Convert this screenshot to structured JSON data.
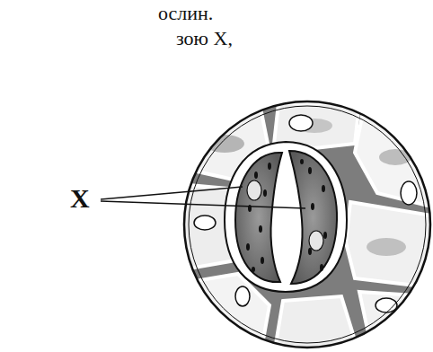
{
  "diagram": {
    "labels": [
      "ослин.",
      "зою X,",
      "X"
    ]
  }
}
